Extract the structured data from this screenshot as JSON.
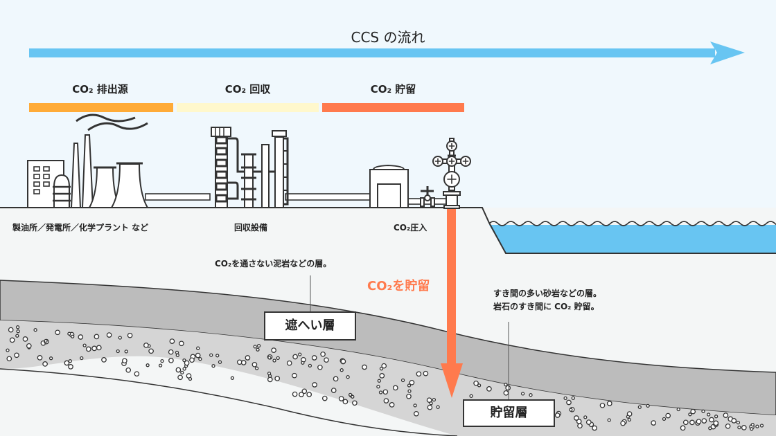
{
  "title": "CCS の流れ",
  "stages": [
    {
      "label": "CO₂ 排出源",
      "color": "#ffab38"
    },
    {
      "label": "CO₂ 回収",
      "color": "#fff8cc"
    },
    {
      "label": "CO₂ 貯留",
      "color": "#ff7a4d"
    }
  ],
  "facilities": {
    "source": "製油所／発電所／化学プラント など",
    "capture": "回収設備",
    "injection": "CO₂圧入"
  },
  "annotations": {
    "caprock_note": "CO₂を通さない泥岩などの層。",
    "storage_arrow": "CO₂を貯留",
    "reservoir_note_line1": "すき間の多い砂岩などの層。",
    "reservoir_note_line2": "岩石のすき間に CO₂ 貯留。"
  },
  "layers": {
    "caprock": "遮へい層",
    "reservoir": "貯留層"
  },
  "colors": {
    "sky": "#f0f8fd",
    "ground": "#f4f6f6",
    "flow_arrow": "#68c5f2",
    "sea": "#68c5f2",
    "caprock": "#bcbcbc",
    "reservoir": "#d5d5d5",
    "injection": "#ff7a4d",
    "outline": "#333333"
  }
}
